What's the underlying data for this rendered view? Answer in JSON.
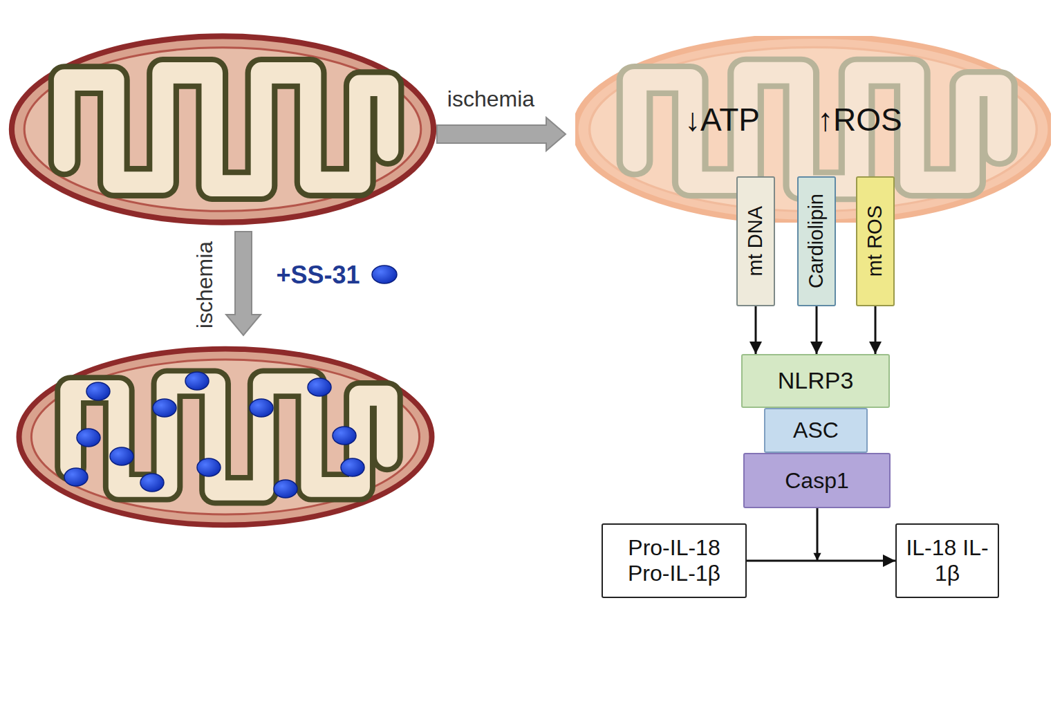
{
  "diagram": {
    "nodes": [
      {
        "text": [
          "↓ATP",
          "↑ROS"
        ]
      },
      {
        "text": [
          "mt DNA"
        ]
      },
      {
        "text": [
          "Cardiolipin"
        ]
      },
      {
        "text": [
          "mt ROS"
        ]
      },
      {
        "text": [
          "NLRP3"
        ]
      },
      {
        "text": [
          "ASC"
        ]
      },
      {
        "text": [
          "Casp1"
        ]
      },
      {
        "text": [
          "Pro-IL-18 Pro-IL-1β"
        ]
      },
      {
        "text": [
          "IL-18 IL-1β"
        ]
      }
    ],
    "edges": [
      {
        "from": 1,
        "to": 4,
        "arrow": "to"
      },
      {
        "from": 2,
        "to": 4,
        "arrow": "to"
      },
      {
        "from": 3,
        "to": 4,
        "arrow": "to"
      },
      {
        "from": 7,
        "to": 8,
        "arrow": "to"
      }
    ],
    "labels": [
      "ischemia",
      "ischemia",
      "+SS-31"
    ]
  }
}
